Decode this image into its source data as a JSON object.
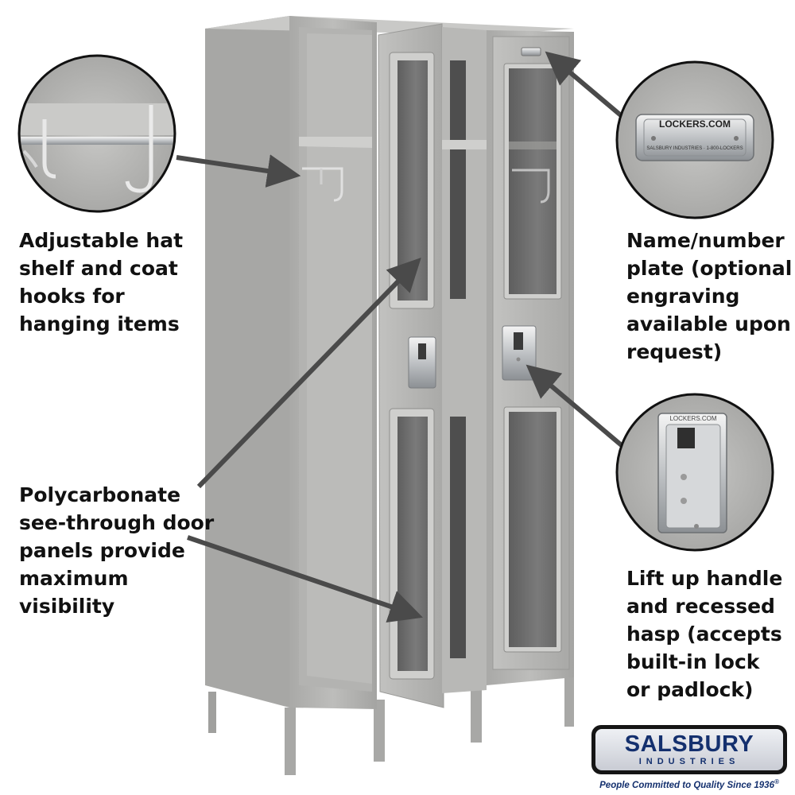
{
  "colors": {
    "locker": "#b6b6b4",
    "locker_dark": "#8f8f8d",
    "window": "#6c6c6c",
    "arrow": "#4a4a4a",
    "brand": "#14306e"
  },
  "callouts": {
    "hooks": {
      "lines": [
        "Adjustable hat",
        "shelf and coat",
        "hooks for",
        "hanging items"
      ]
    },
    "plate": {
      "lines": [
        "Name/number",
        "plate (optional",
        "engraving",
        "available upon",
        "request)"
      ]
    },
    "panels": {
      "lines": [
        "Polycarbonate",
        "see-through door",
        "panels provide",
        "maximum",
        "visibility"
      ]
    },
    "handle": {
      "lines": [
        "Lift up handle",
        "and recessed",
        "hasp (accepts",
        "built-in lock",
        "or padlock)"
      ]
    }
  },
  "plate_detail": {
    "brand_text": "LOCKERS.COM",
    "small_text": "SALSBURY INDUSTRIES · 1-800-LOCKERS"
  },
  "hasp_detail": {
    "brand_text": "LOCKERS.COM"
  },
  "logo": {
    "name": "SALSBURY",
    "sub": "INDUSTRIES",
    "tagline": "People Committed to Quality Since 1936",
    "trademark": "®"
  }
}
